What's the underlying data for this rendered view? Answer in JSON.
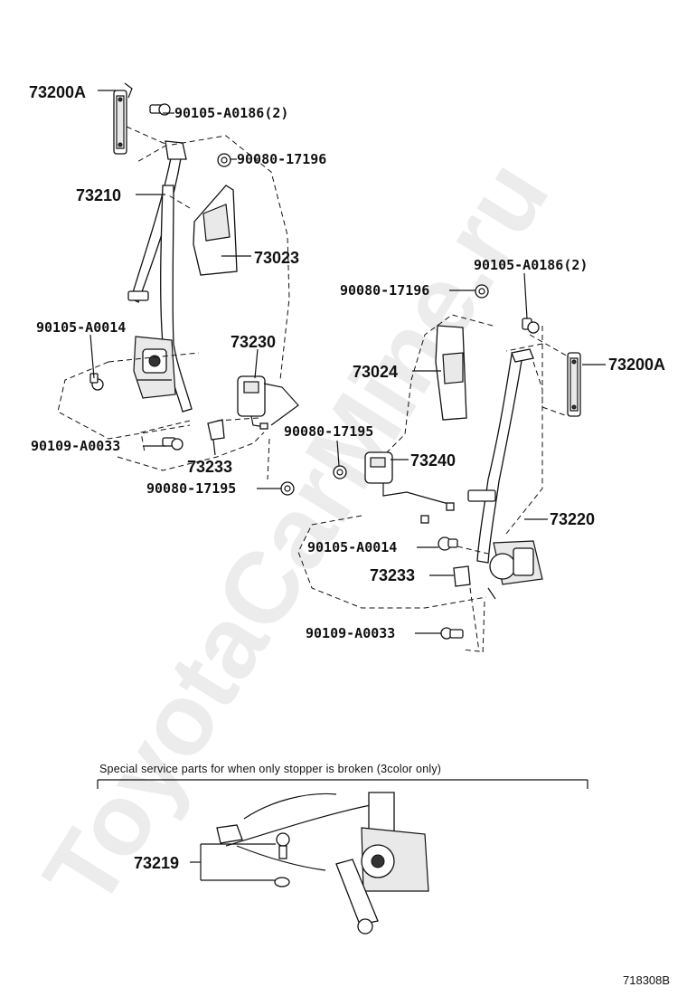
{
  "watermark": "ToyotaCarMine.ru",
  "figure_id": "718308B",
  "caption": "Special   service   parts   for   when   only   stopper   is   broken   (3color   only)",
  "labels": {
    "l_73200a": "73200A",
    "l_90105_a0186": "90105-A0186(2)",
    "l_90080_17196": "90080-17196",
    "l_73210": "73210",
    "l_73023": "73023",
    "l_90105_a0014": "90105-A0014",
    "l_73230": "73230",
    "l_90109_a0033": "90109-A0033",
    "l_73233": "73233",
    "l_90080_17195": "90080-17195",
    "r_90105_a0186": "90105-A0186(2)",
    "r_90080_17196": "90080-17196",
    "r_73200a": "73200A",
    "r_73024": "73024",
    "r_90080_17195": "90080-17195",
    "r_73240": "73240",
    "r_73220": "73220",
    "r_90105_a0014": "90105-A0014",
    "r_73233": "73233",
    "r_90109_a0033": "90109-A0033",
    "b_73219": "73219"
  }
}
